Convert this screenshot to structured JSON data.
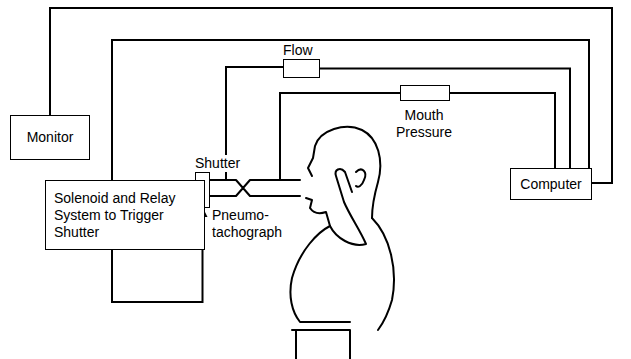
{
  "diagram": {
    "nodes": [
      {
        "text": [
          "Flow"
        ]
      },
      {
        "text": [
          "Mouth Pressure"
        ]
      },
      {
        "text": [
          "Monitor"
        ]
      },
      {
        "text": [
          "Shutter"
        ]
      },
      {
        "text": [
          "Solenoid and Relay System to Trigger Shutter"
        ]
      },
      {
        "text": [
          "Computer"
        ]
      }
    ],
    "edges": [
      {
        "from": 5,
        "to": 2,
        "arrow": "none"
      },
      {
        "from": 5,
        "to": 4,
        "arrow": "none"
      },
      {
        "from": 0,
        "to": 5,
        "arrow": "none"
      },
      {
        "from": 1,
        "to": 5,
        "arrow": "none"
      },
      {
        "from": 4,
        "to": 3,
        "arrow": "to"
      }
    ],
    "labels": [
      "Pneumo- tachograph"
    ]
  }
}
